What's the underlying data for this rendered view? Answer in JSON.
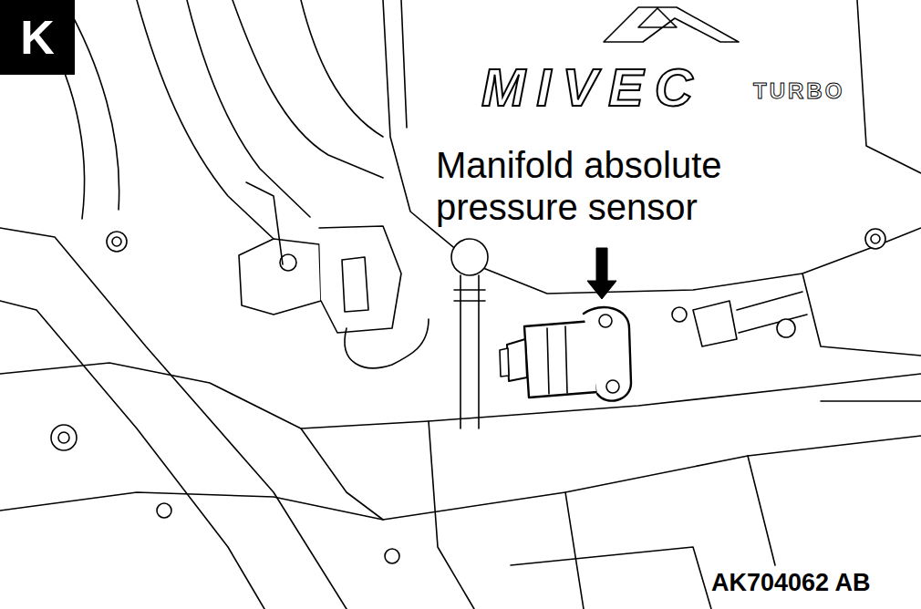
{
  "diagram": {
    "nodes": [
      {
        "text": [
          "K"
        ]
      }
    ],
    "labels": [
      "MIVEC",
      "TURBO",
      "Manifold absolute pressure sensor",
      "AK704062 AB"
    ]
  }
}
